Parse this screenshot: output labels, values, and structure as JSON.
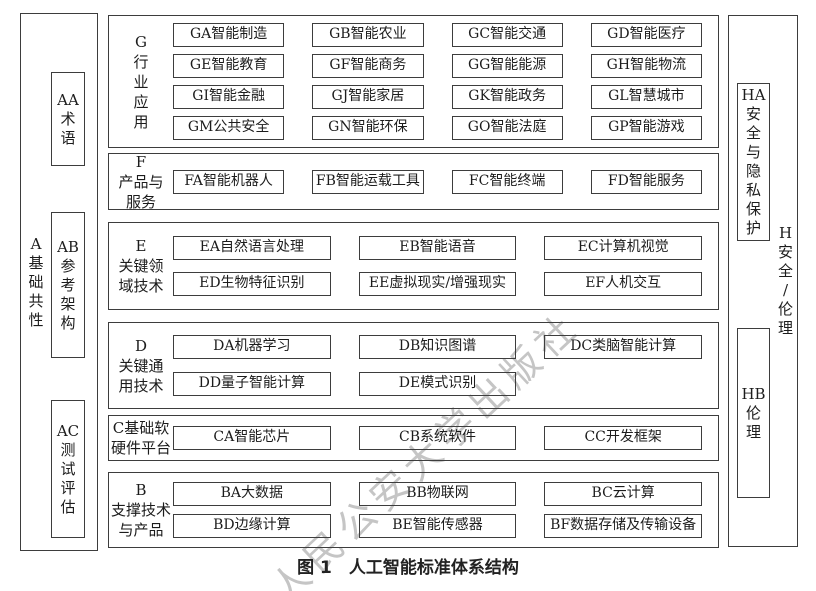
{
  "figure": {
    "caption": "图 1　人工智能标准体系结构",
    "watermark": "人民公安大学出版社"
  },
  "left_panel": {
    "label": "A\n基\n础\n共\n性",
    "items": [
      {
        "id": "AA",
        "label": "AA\n术\n语"
      },
      {
        "id": "AB",
        "label": "AB\n参\n考\n架\n构"
      },
      {
        "id": "AC",
        "label": "AC\n测\n试\n评\n估"
      }
    ]
  },
  "right_panel": {
    "label": "H\n安\n全\n/\n伦\n理",
    "items": [
      {
        "id": "HA",
        "label": "HA\n安\n全\n与\n隐\n私\n保\n护"
      },
      {
        "id": "HB",
        "label": "HB\n伦\n理"
      }
    ]
  },
  "sections": [
    {
      "id": "G",
      "label": "G\n行\n业\n应\n用",
      "cols": 4,
      "rows": [
        [
          "GA智能制造",
          "GB智能农业",
          "GC智能交通",
          "GD智能医疗"
        ],
        [
          "GE智能教育",
          "GF智能商务",
          "GG智能能源",
          "GH智能物流"
        ],
        [
          "GI智能金融",
          "GJ智能家居",
          "GK智能政务",
          "GL智慧城市"
        ],
        [
          "GM公共安全",
          "GN智能环保",
          "GO智能法庭",
          "GP智能游戏"
        ]
      ]
    },
    {
      "id": "F",
      "label": "F\n产品与\n服务",
      "cols": 4,
      "rows": [
        [
          "FA智能机器人",
          "FB智能运载工具",
          "FC智能终端",
          "FD智能服务"
        ]
      ]
    },
    {
      "id": "E",
      "label": "E\n关键领\n域技术",
      "cols": 3,
      "rows": [
        [
          "EA自然语言处理",
          "EB智能语音",
          "EC计算机视觉"
        ],
        [
          "ED生物特征识别",
          "EE虚拟现实/增强现实",
          "EF人机交互"
        ]
      ]
    },
    {
      "id": "D",
      "label": "D\n关键通\n用技术",
      "cols": 3,
      "rows": [
        [
          "DA机器学习",
          "DB知识图谱",
          "DC类脑智能计算"
        ],
        [
          "DD量子智能计算",
          "DE模式识别",
          ""
        ]
      ]
    },
    {
      "id": "C",
      "label": "C基础软\n硬件平台",
      "cols": 3,
      "rows": [
        [
          "CA智能芯片",
          "CB系统软件",
          "CC开发框架"
        ]
      ]
    },
    {
      "id": "B",
      "label": "B\n支撑技术\n与产品",
      "cols": 3,
      "rows": [
        [
          "BA大数据",
          "BB物联网",
          "BC云计算"
        ],
        [
          "BD边缘计算",
          "BE智能传感器",
          "BF数据存储及传输设备"
        ]
      ]
    }
  ],
  "colors": {
    "border": "#3d3d3d",
    "text": "#1c1c1c",
    "watermark": "#c5c5c5",
    "background": "#ffffff"
  }
}
